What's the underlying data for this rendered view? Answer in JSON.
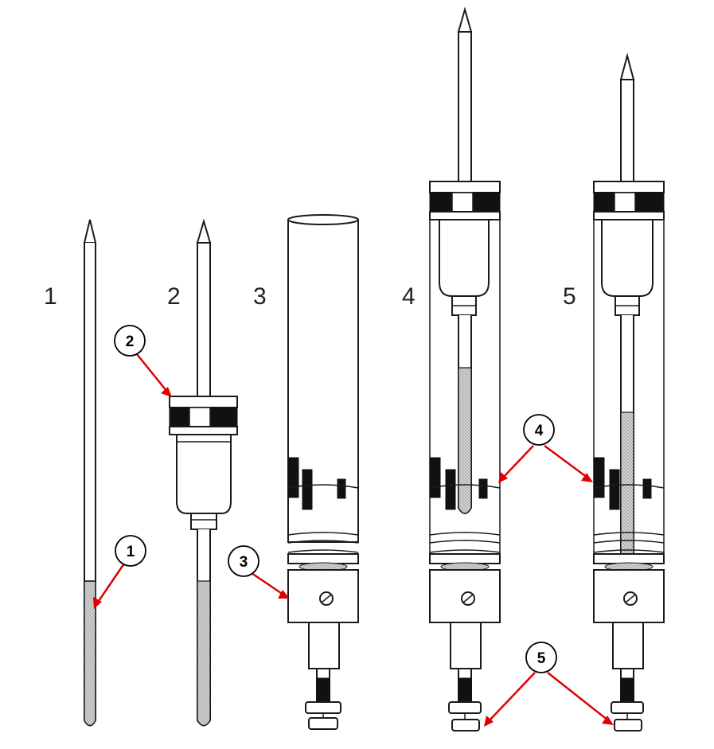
{
  "panels": [
    {
      "label": "1"
    },
    {
      "label": "2"
    },
    {
      "label": "3"
    },
    {
      "label": "4"
    },
    {
      "label": "5"
    }
  ],
  "callouts": [
    {
      "label": "1"
    },
    {
      "label": "2"
    },
    {
      "label": "3"
    },
    {
      "label": "4"
    },
    {
      "label": "5"
    }
  ],
  "colors": {
    "arrow": "#e00000",
    "ink": "#1a1a1a",
    "fill_grey": "#c8c8c8"
  }
}
